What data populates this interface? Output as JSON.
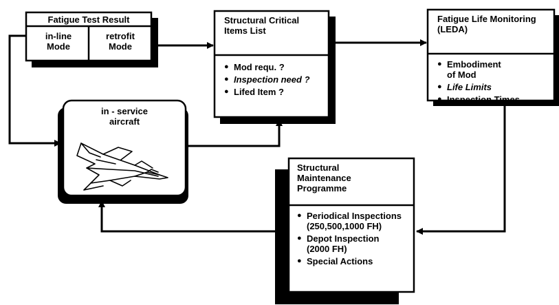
{
  "fatigue_test": {
    "title": "Fatigue Test Result",
    "left_label": "in-line Mode",
    "right_label": "retrofit Mode"
  },
  "critical_items": {
    "title": "Structural Critical Items List",
    "items": [
      "Mod requ. ?",
      "Inspection need ?",
      "Lifed Item ?"
    ]
  },
  "life_monitoring": {
    "title": "Fatigue Life Monitoring (LEDA)",
    "items": [
      "Embodiment of Mod",
      "Life Limits",
      "Inspection Times"
    ]
  },
  "in_service": {
    "title": "in - service aircraft",
    "icon": "fighter-jet-icon"
  },
  "maintenance": {
    "title": "Structural Maintenance Programme",
    "items": [
      "Periodical Inspections (250,500,1000 FH)",
      "Depot Inspection (2000 FH)",
      "Special Actions"
    ]
  }
}
